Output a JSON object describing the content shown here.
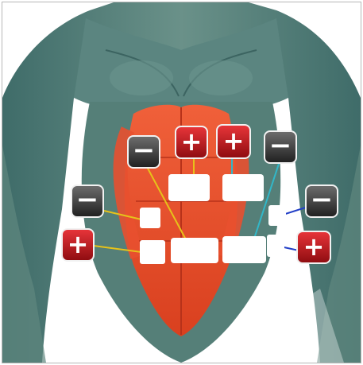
{
  "colors": {
    "background": "#ffffff",
    "skin_muscle": "#4f7a74",
    "abs_muscle": "#e8502f",
    "pad": "#ffffff",
    "positive_button": "#c8161c",
    "negative_button": "#3a3a3a",
    "wire_yellow": "#e6c21a",
    "wire_cyan": "#32b7c8",
    "wire_blue": "#2340c7"
  },
  "electrode_layout": {
    "positive_symbol": "+",
    "negative_symbol": "−",
    "buttons": [
      {
        "id": "upper-left-positive",
        "polarity": "positive",
        "icon": "plus-icon"
      },
      {
        "id": "upper-right-positive",
        "polarity": "positive",
        "icon": "plus-icon"
      },
      {
        "id": "upper-left-negative",
        "polarity": "negative",
        "icon": "minus-icon"
      },
      {
        "id": "upper-right-negative",
        "polarity": "negative",
        "icon": "minus-icon"
      },
      {
        "id": "side-left-negative",
        "polarity": "negative",
        "icon": "minus-icon"
      },
      {
        "id": "side-left-positive",
        "polarity": "positive",
        "icon": "plus-icon"
      },
      {
        "id": "side-right-negative",
        "polarity": "negative",
        "icon": "minus-icon"
      },
      {
        "id": "side-right-positive",
        "polarity": "positive",
        "icon": "plus-icon"
      }
    ]
  }
}
